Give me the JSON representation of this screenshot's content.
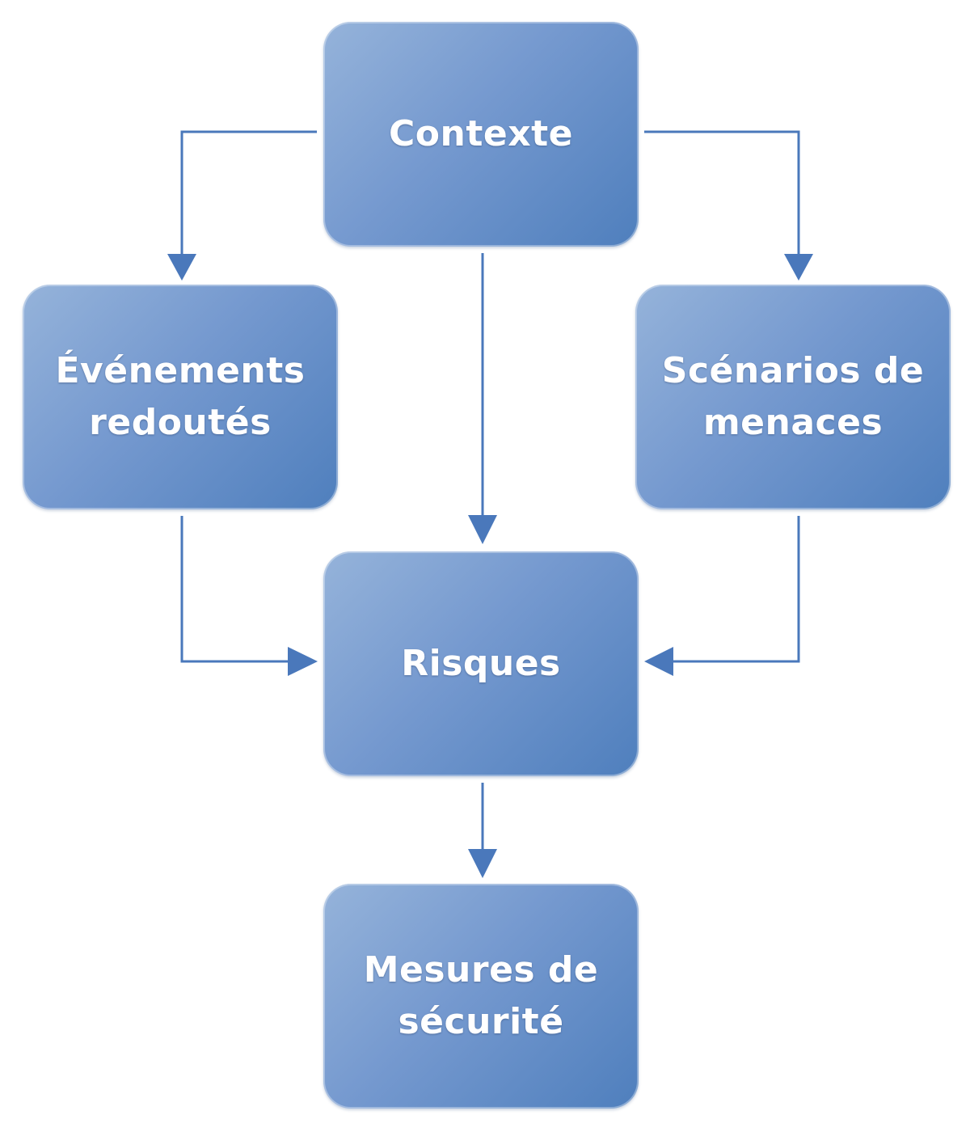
{
  "diagram": {
    "nodes": {
      "contexte": {
        "line1": "Contexte"
      },
      "evenements": {
        "line1": "Événements",
        "line2": "redoutés"
      },
      "scenarios": {
        "line1": "Scénarios de",
        "line2": "menaces"
      },
      "risques": {
        "line1": "Risques"
      },
      "mesures": {
        "line1": "Mesures de",
        "line2": "sécurité"
      }
    },
    "edges": [
      {
        "from": "contexte",
        "to": "evenements"
      },
      {
        "from": "contexte",
        "to": "scenarios"
      },
      {
        "from": "contexte",
        "to": "risques"
      },
      {
        "from": "evenements",
        "to": "risques"
      },
      {
        "from": "scenarios",
        "to": "risques"
      },
      {
        "from": "risques",
        "to": "mesures"
      }
    ],
    "colors": {
      "node_fill_light": "#95b3da",
      "node_fill_dark": "#4f7fbd",
      "connector": "#4a78bb",
      "label_text": "#ffffff"
    }
  }
}
